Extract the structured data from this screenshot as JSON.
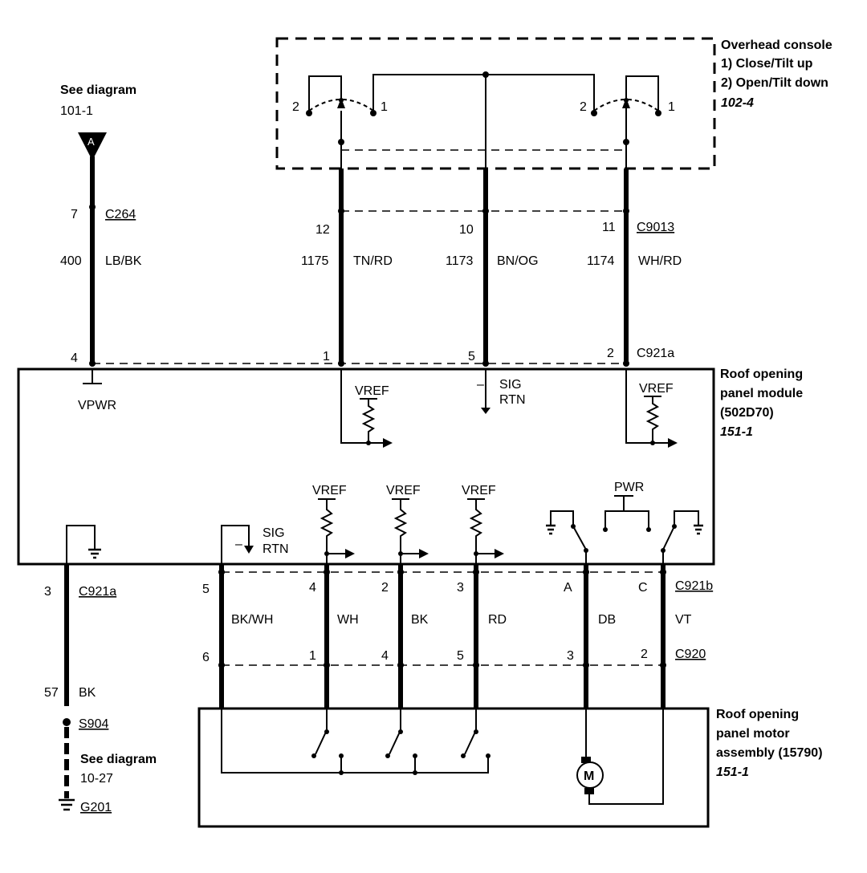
{
  "overhead_console": {
    "title": "Overhead console",
    "line1": "1) Close/Tilt up",
    "line2": "2) Open/Tilt down",
    "ref": "102-4",
    "pin_2": "2",
    "pin_1": "1"
  },
  "see_diagram_top": {
    "text": "See diagram",
    "ref": "101-1",
    "badge": "A"
  },
  "c264": {
    "pin": "7",
    "name": "C264",
    "circuit": "400",
    "color": "LB/BK"
  },
  "c9013": {
    "name": "C9013",
    "wires": [
      {
        "pin": "12",
        "circuit": "1175",
        "color": "TN/RD"
      },
      {
        "pin": "10",
        "circuit": "1173",
        "color": "BN/OG"
      },
      {
        "pin": "11",
        "circuit": "1174",
        "color": "WH/RD"
      }
    ]
  },
  "c921a_top": {
    "name": "C921a",
    "pins": [
      "4",
      "1",
      "5",
      "2"
    ]
  },
  "module": {
    "line1": "Roof opening",
    "line2": "panel module",
    "line3": "(502D70)",
    "ref": "151-1",
    "vpwr": "VPWR",
    "vref": "VREF",
    "sig": "SIG",
    "rtn": "RTN",
    "pwr": "PWR",
    "minus": "–"
  },
  "c921a_bottom": {
    "pin": "3",
    "name": "C921a",
    "circuit": "57",
    "color": "BK"
  },
  "c921b": {
    "name": "C921b",
    "pins": [
      "5",
      "4",
      "2",
      "3",
      "A",
      "C"
    ],
    "colors": [
      "BK/WH",
      "WH",
      "BK",
      "RD",
      "DB",
      "VT"
    ]
  },
  "c920": {
    "name": "C920",
    "pins": [
      "6",
      "1",
      "4",
      "5",
      "3",
      "2"
    ]
  },
  "ground": {
    "splice": "S904",
    "see": "See diagram",
    "ref": "10-27",
    "name": "G201"
  },
  "motor_assembly": {
    "line1": "Roof opening",
    "line2": "panel motor",
    "line3": "assembly (15790)",
    "ref": "151-1",
    "motor": "M"
  }
}
